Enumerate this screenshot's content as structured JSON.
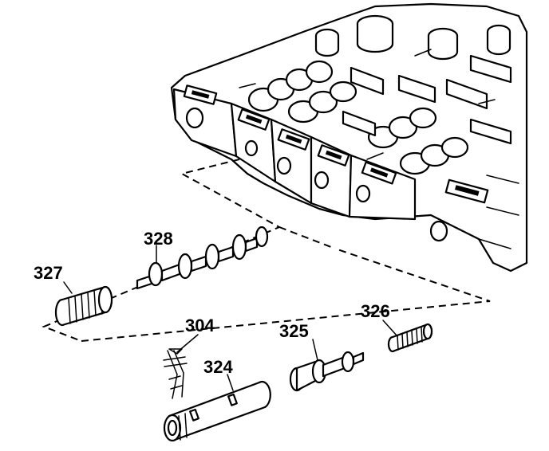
{
  "colors": {
    "ink": "#000000",
    "paper": "#ffffff"
  },
  "labels": {
    "spring_327": "327",
    "valve_328": "328",
    "retainer_304": "304",
    "sleeve_324": "324",
    "valve_325": "325",
    "spring_326": "326"
  }
}
